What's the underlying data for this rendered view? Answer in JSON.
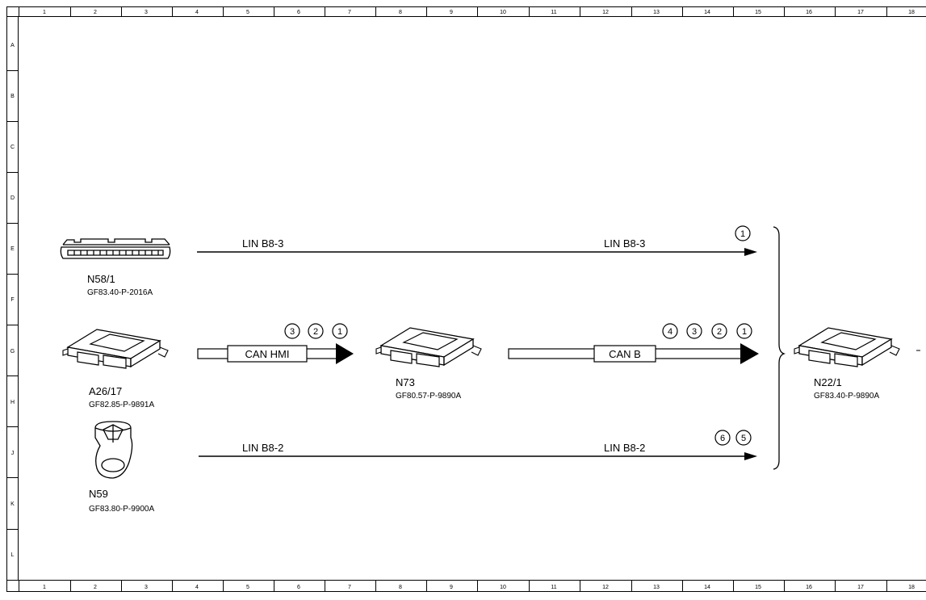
{
  "frame": {
    "columns": [
      "1",
      "2",
      "3",
      "4",
      "5",
      "6",
      "7",
      "8",
      "9",
      "10",
      "11",
      "12",
      "13",
      "14",
      "15",
      "16",
      "17",
      "18"
    ],
    "rows": [
      "A",
      "B",
      "C",
      "D",
      "E",
      "F",
      "G",
      "H",
      "J",
      "K",
      "L"
    ]
  },
  "components": {
    "n58_1": {
      "name": "N58/1",
      "ref": "GF83.40-P-2016A"
    },
    "a26_17": {
      "name": "A26/17",
      "ref": "GF82.85-P-9891A"
    },
    "n59": {
      "name": "N59",
      "ref": "GF83.80-P-9900A"
    },
    "n73": {
      "name": "N73",
      "ref": "GF80.57-P-9890A"
    },
    "n22_1": {
      "name": "N22/1",
      "ref": "GF83.40-P-9890A"
    }
  },
  "connections": {
    "lin_b8_3": {
      "label_start": "LIN B8-3",
      "label_end": "LIN B8-3",
      "badges": [
        "1"
      ]
    },
    "can_hmi": {
      "label": "CAN HMI",
      "badges": [
        "3",
        "2",
        "1"
      ]
    },
    "can_b": {
      "label": "CAN B",
      "badges": [
        "4",
        "3",
        "2",
        "1"
      ]
    },
    "lin_b8_2": {
      "label_start": "LIN B8-2",
      "label_end": "LIN B8-2",
      "badges": [
        "6",
        "5"
      ]
    }
  }
}
